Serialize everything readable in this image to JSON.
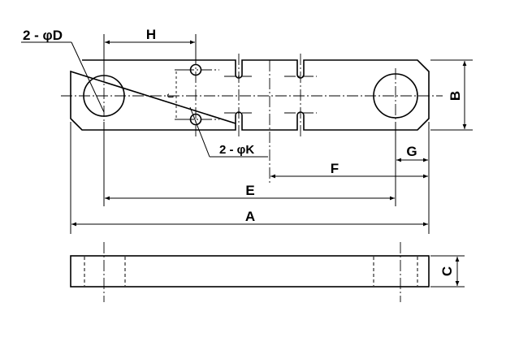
{
  "labels": {
    "hole_d": "2 - φD",
    "hole_k": "2 - φK",
    "A": "A",
    "B": "B",
    "C": "C",
    "E": "E",
    "F": "F",
    "G": "G",
    "H": "H",
    "J": "J"
  }
}
